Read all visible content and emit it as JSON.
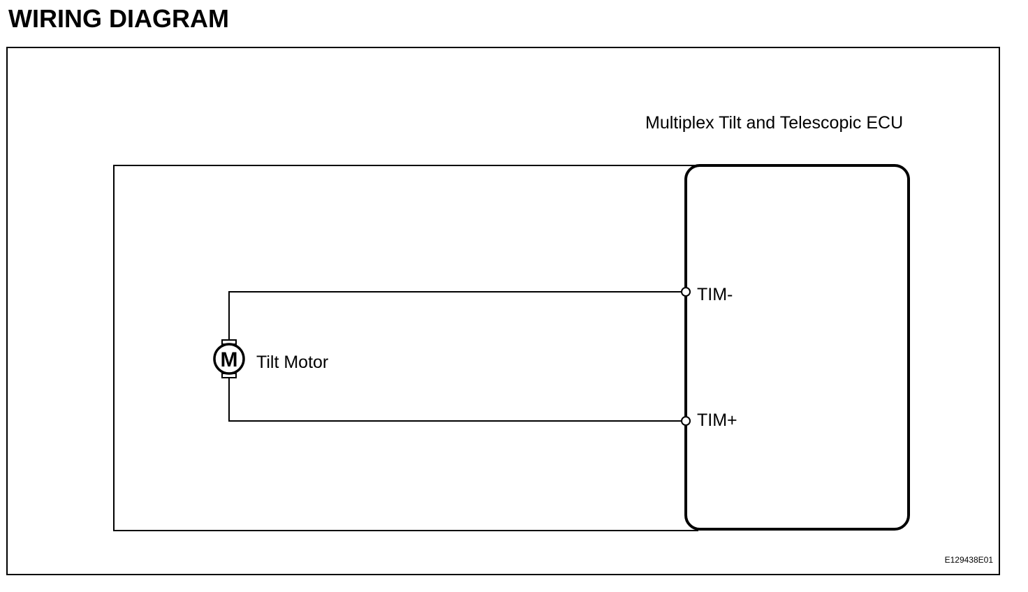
{
  "page": {
    "title": "WIRING DIAGRAM"
  },
  "diagram": {
    "ecu_label": "Multiplex Tilt and Telescopic ECU",
    "motor_symbol": "M",
    "motor_label": "Tilt Motor",
    "terminals": [
      {
        "label": "TIM-"
      },
      {
        "label": "TIM+"
      }
    ],
    "figure_code": "E129438E01"
  },
  "colors": {
    "line": "#000000",
    "background": "#ffffff"
  }
}
